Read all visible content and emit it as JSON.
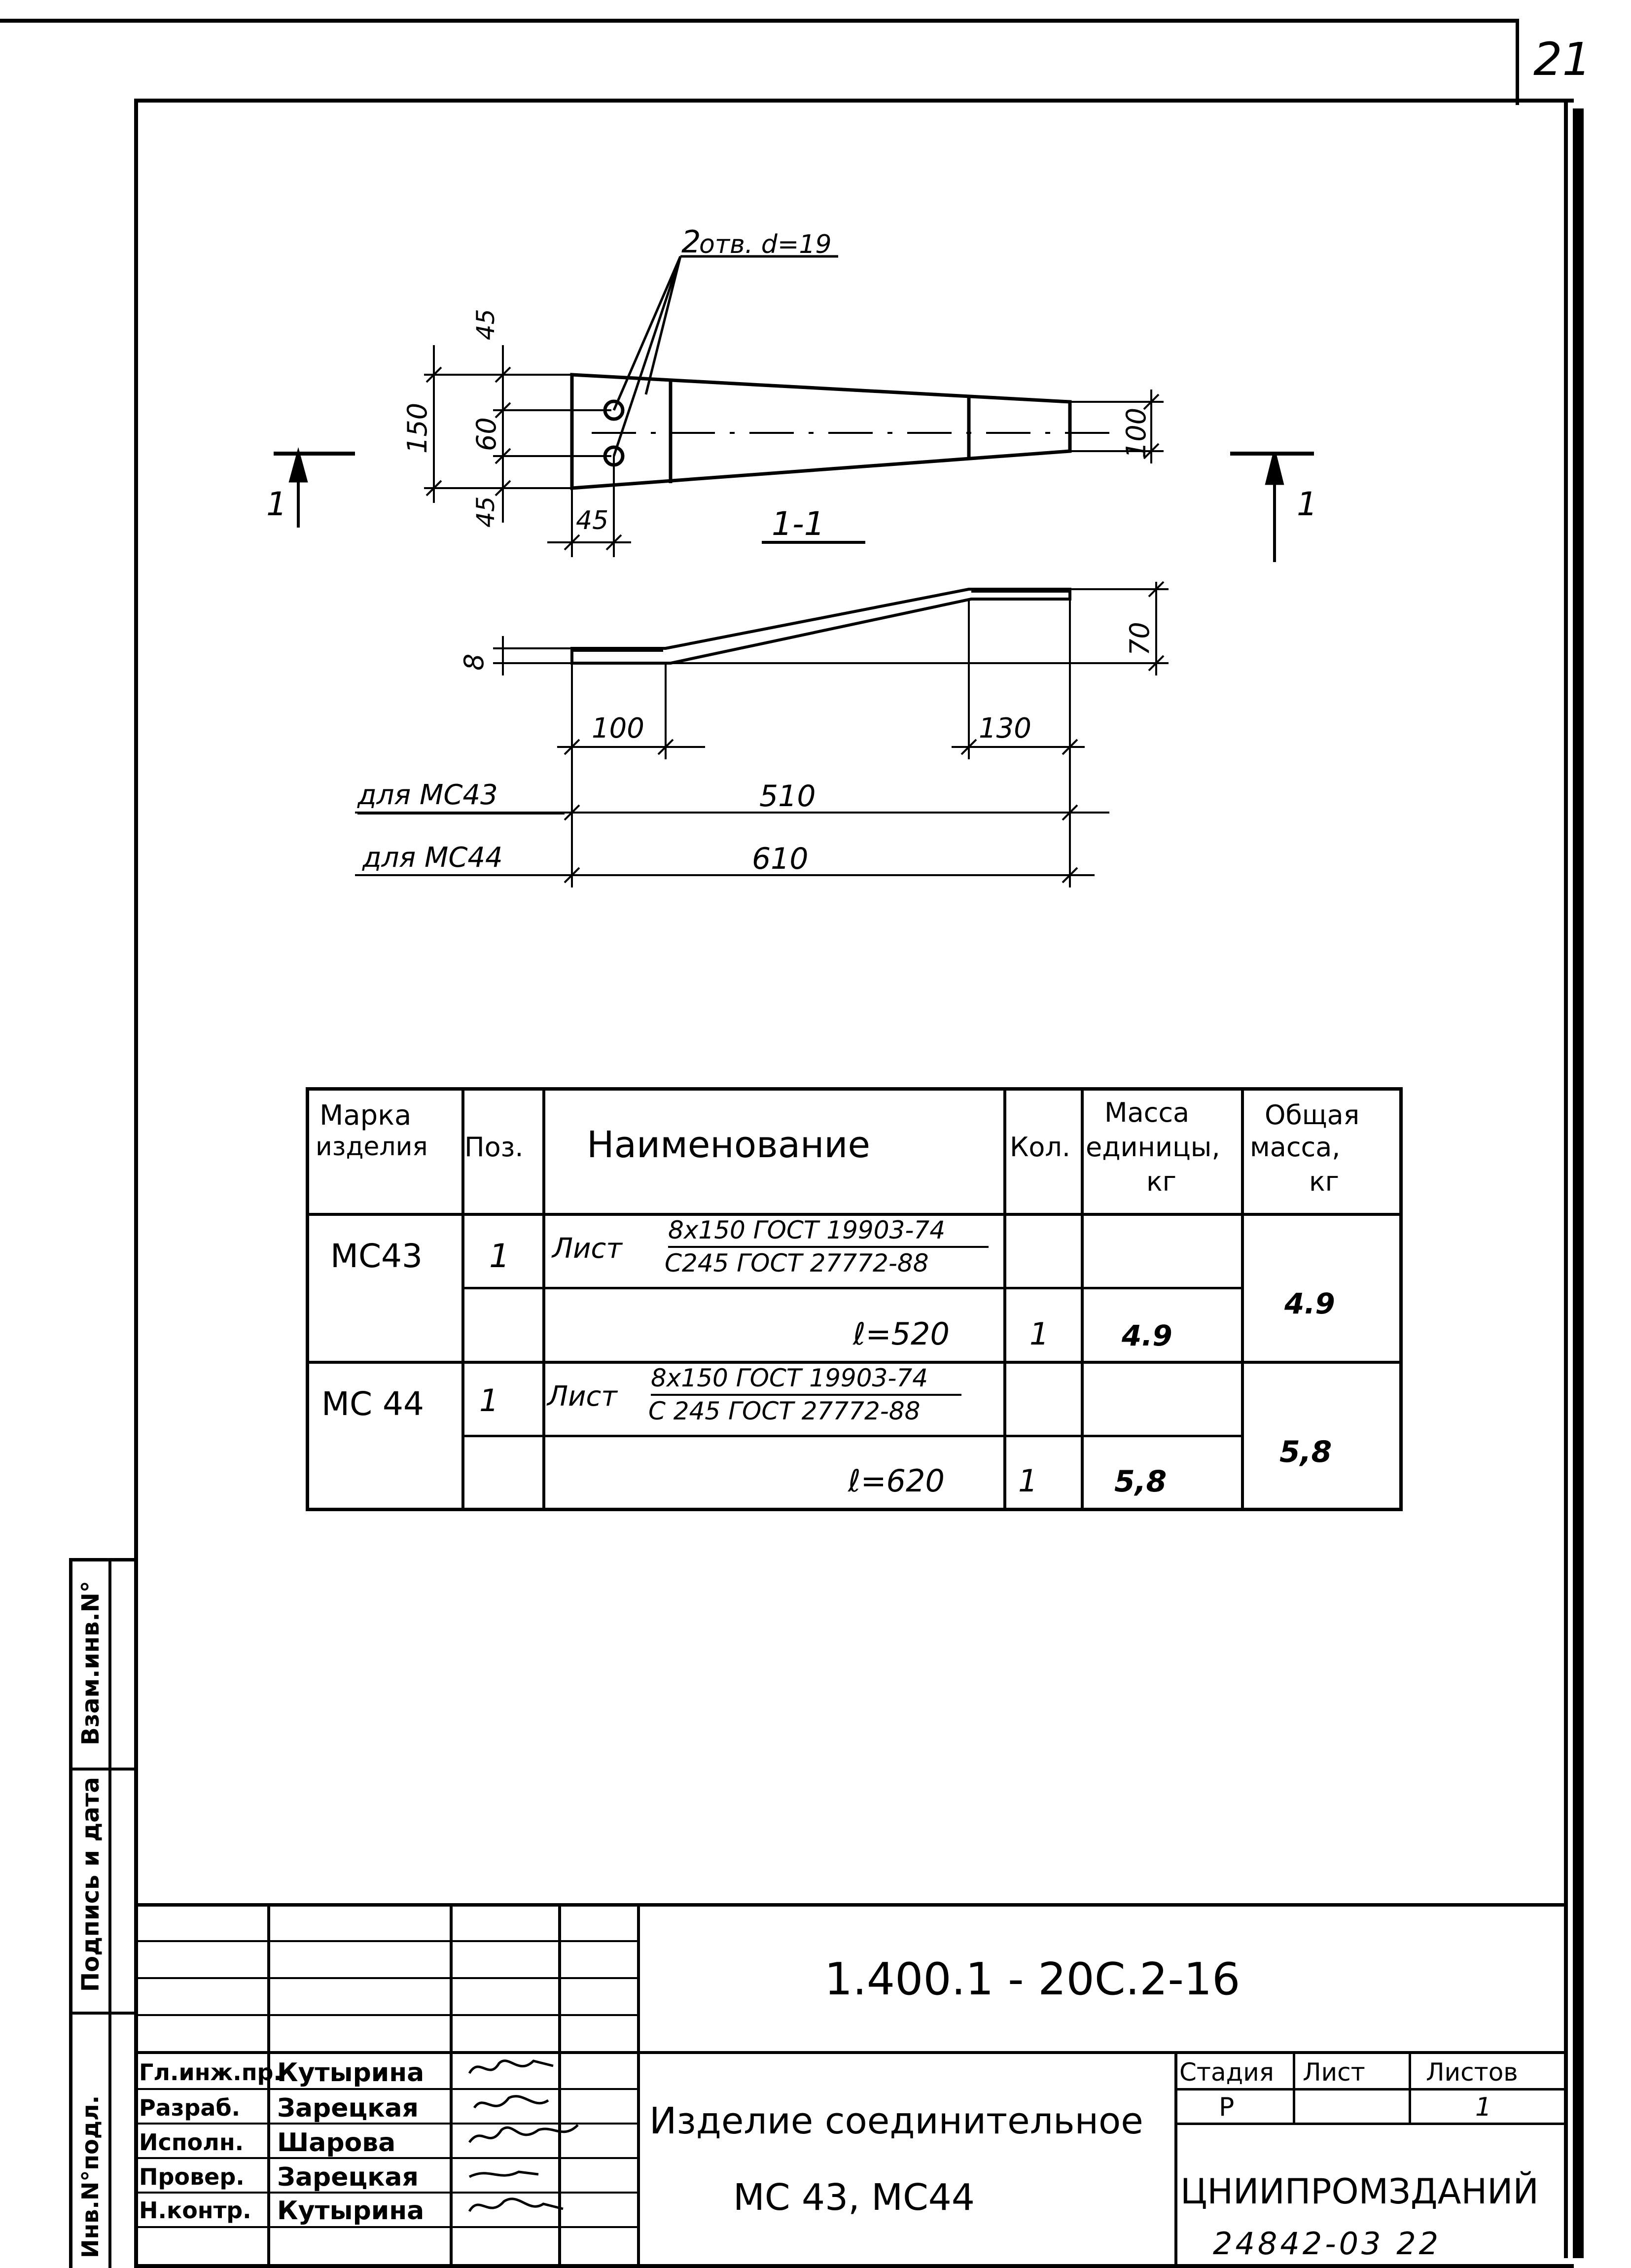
{
  "page_number": "21",
  "drawing": {
    "hole_note_count": "2",
    "hole_note_text": "отв. d=19",
    "dim_45_top": "45",
    "dim_150": "150",
    "dim_60": "60",
    "dim_45_bottom": "45",
    "dim_45_horizontal": "45",
    "dim_100_right": "100",
    "section_marker_left": "1",
    "section_marker_right": "1",
    "section_title": "1-1",
    "dim_8": "8",
    "dim_70": "70",
    "dim_100": "100",
    "dim_130": "130",
    "row_mc43_label": "для МС43",
    "row_mc43_length": "510",
    "row_mc44_label": "для МС44",
    "row_mc44_length": "610"
  },
  "spec_table": {
    "headers": {
      "mark": [
        "Марка",
        "изделия"
      ],
      "pos": "Поз.",
      "name": "Наименование",
      "qty": "Кол.",
      "unit_mass": [
        "Масса",
        "единицы,",
        "кг"
      ],
      "total_mass": [
        "Общая",
        "масса,",
        "кг"
      ]
    },
    "rows": [
      {
        "mark": "МС43",
        "pos": "1",
        "name_prefix": "Лист",
        "name_top": "8x150 ГОСТ 19903-74",
        "name_bottom": "С245 ГОСТ 27772-88",
        "length": "ℓ=520",
        "qty": "1",
        "unit_mass": "4.9",
        "total_mass": "4.9"
      },
      {
        "mark": "МС 44",
        "pos": "1",
        "name_prefix": "Лист",
        "name_top": "8x150 ГОСТ 19903-74",
        "name_bottom": "С 245 ГОСТ 27772-88",
        "length": "ℓ=620",
        "qty": "1",
        "unit_mass": "5,8",
        "total_mass": "5,8"
      }
    ]
  },
  "side_stamp": {
    "cells": [
      "Инв.N°подл.",
      "Подпись и дата",
      "Взам.инв.N°"
    ]
  },
  "title_block": {
    "doc_code": "1.400.1 - 20С.2-16",
    "roles": [
      {
        "role": "Гл.инж.пр.",
        "name": "Кутырина"
      },
      {
        "role": "Разраб.",
        "name": "Зарецкая"
      },
      {
        "role": "Исполн.",
        "name": "Шарова"
      },
      {
        "role": "Провер.",
        "name": "Зарецкая"
      },
      {
        "role": "Н.контр.",
        "name": "Кутырина"
      }
    ],
    "product_name_line1": "Изделие соединительное",
    "product_name_line2": "МС 43,  МС44",
    "stage_label": "Стадия",
    "sheet_label": "Лист",
    "sheets_label": "Листов",
    "stage_value": "Р",
    "sheet_value": "",
    "sheets_value": "1",
    "organization": "ЦНИИПРОМЗДАНИЙ"
  },
  "footer_number": "24842-03  22"
}
